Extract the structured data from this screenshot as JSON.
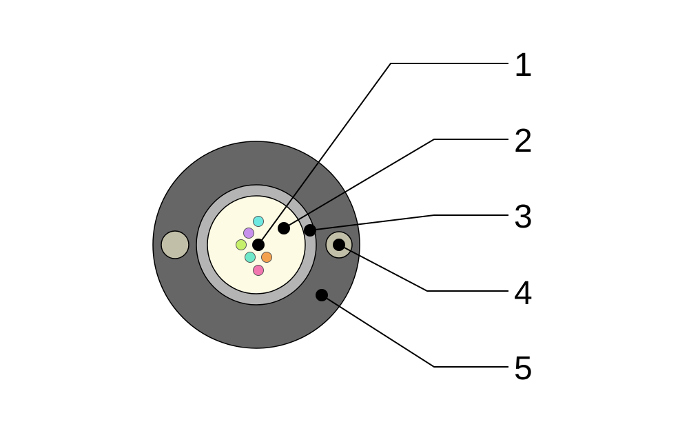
{
  "callouts": [
    {
      "id": "1",
      "label": "1",
      "part": "optical-fibers"
    },
    {
      "id": "2",
      "label": "2",
      "part": "gel-filled-loose-tube"
    },
    {
      "id": "3",
      "label": "3",
      "part": "tube-wall"
    },
    {
      "id": "4",
      "label": "4",
      "part": "strength-member-rod"
    },
    {
      "id": "5",
      "label": "5",
      "part": "outer-jacket"
    }
  ],
  "colors": {
    "jacket": "#666666",
    "tube_wall": "#b4b4b4",
    "gel": "#fdfbe4",
    "strength_member": "#c2bfa8",
    "marker": "#000000",
    "leader": "#000000"
  },
  "fibers": [
    {
      "color": "#6ee8e0"
    },
    {
      "color": "#c790ec"
    },
    {
      "color": "#c7f06a"
    },
    {
      "color": "#6ee8c8"
    },
    {
      "color": "#f4a24e"
    },
    {
      "color": "#f276b0"
    }
  ]
}
